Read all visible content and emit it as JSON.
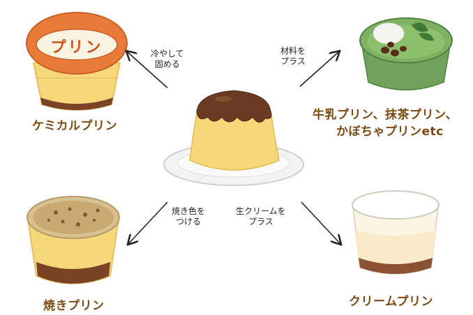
{
  "center": {
    "name": ""
  },
  "outcomes": {
    "top_left": {
      "label": "ケミカルプリン",
      "lid_text": "プリン"
    },
    "top_right": {
      "line1": "牛乳プリン、抹茶プリン、",
      "line2": "かぼちゃプリンetc"
    },
    "bottom_left": {
      "label": "焼きプリン"
    },
    "bottom_right": {
      "label": "クリームプリン"
    }
  },
  "arrows": {
    "top_left": {
      "line1": "冷やして",
      "line2": "固める"
    },
    "top_right": {
      "line1": "材料を",
      "line2": "プラス"
    },
    "bottom_left": {
      "line1": "焼き色を",
      "line2": "つける"
    },
    "bottom_right": {
      "line1": "生クリームを",
      "line2": "プラス"
    }
  },
  "colors": {
    "custard": "#f6d77a",
    "caramel": "#6b3a22",
    "label_text": "#7a4a12",
    "matcha": "#6fa25a",
    "lid_orange": "#e87a3a"
  }
}
